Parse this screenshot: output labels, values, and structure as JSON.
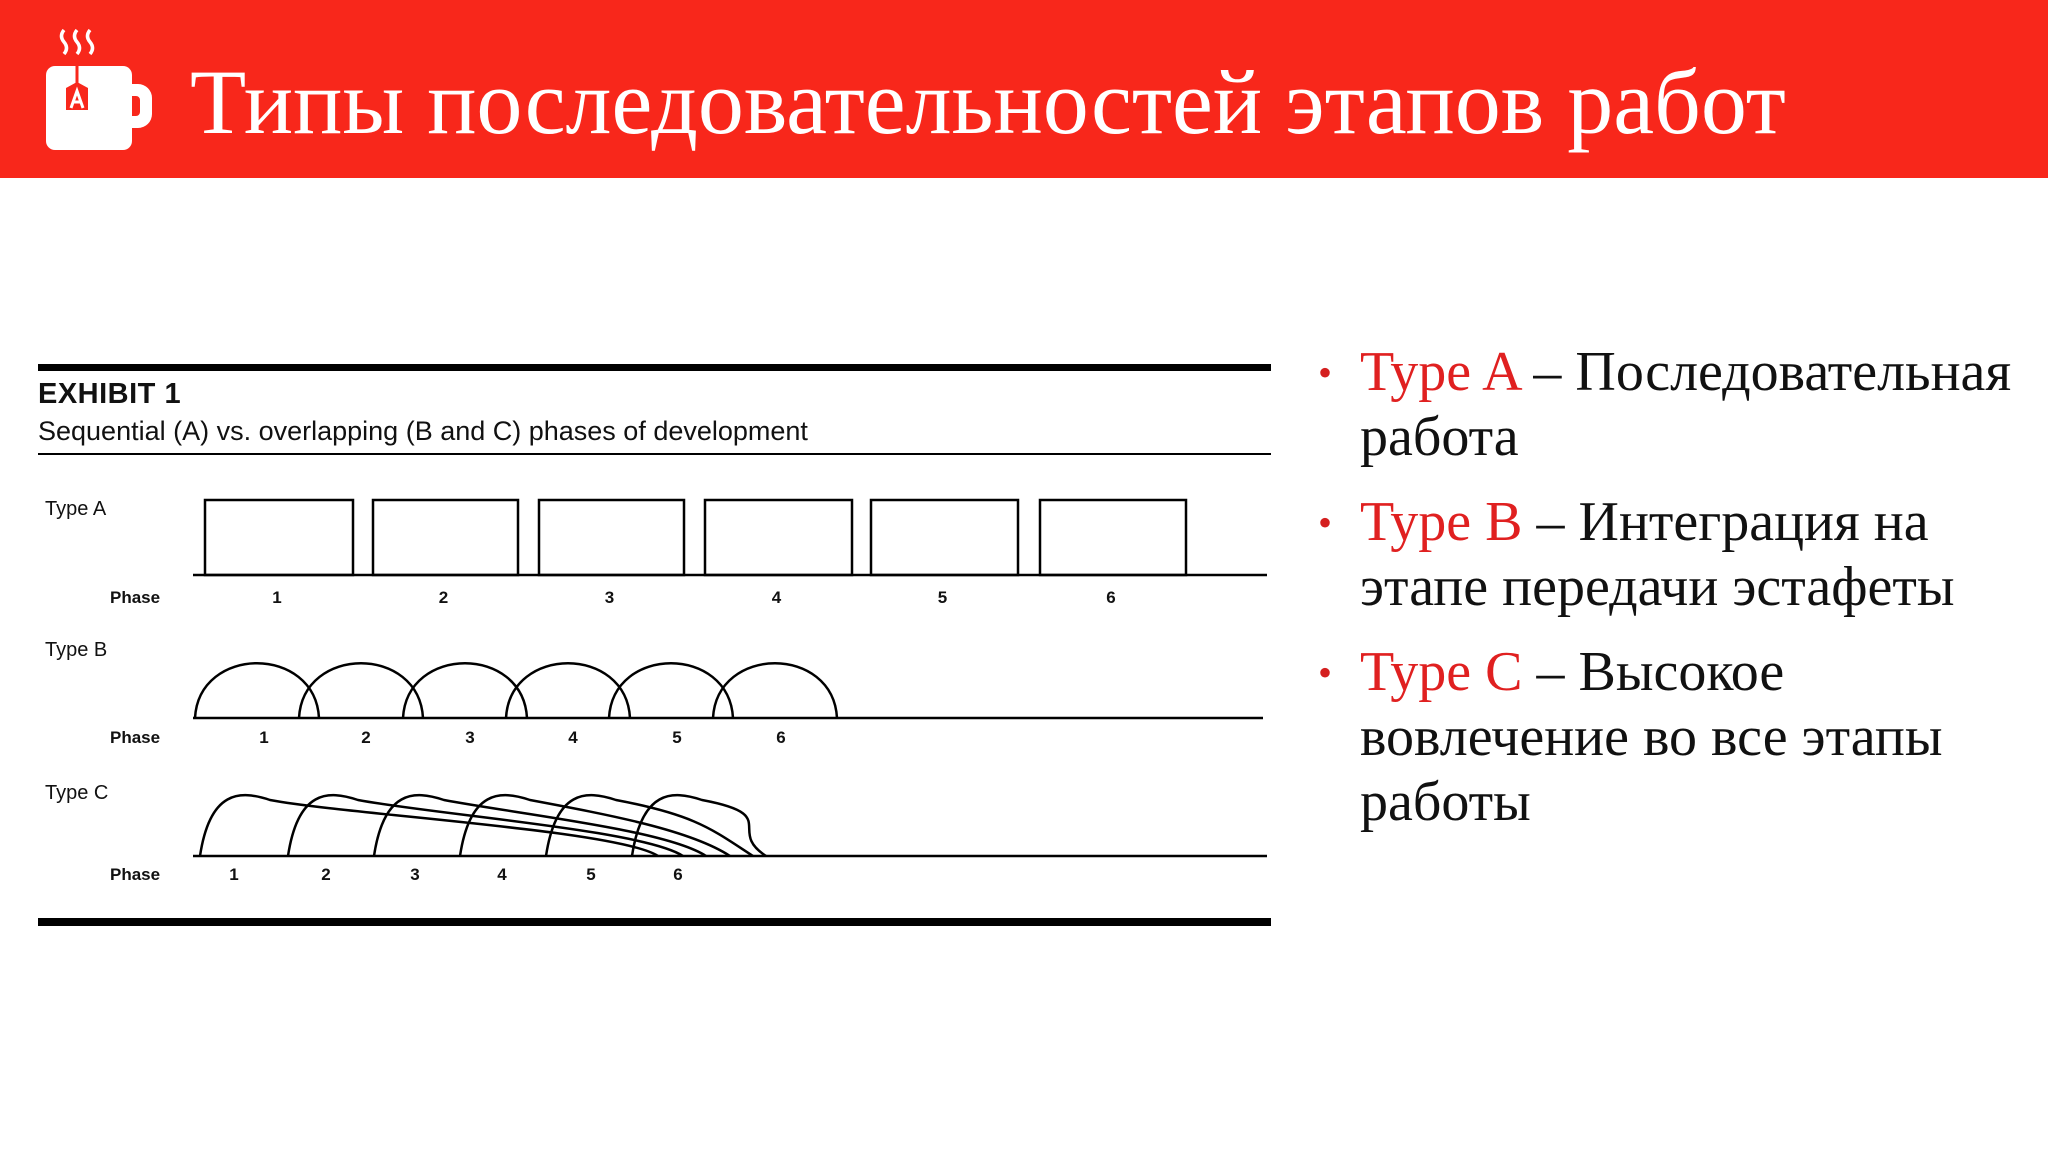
{
  "slide": {
    "title": "Типы последовательностей этапов работ"
  },
  "exhibit": {
    "title": "EXHIBIT 1",
    "subtitle": "Sequential (A) vs. overlapping (B and C) phases of development",
    "phase_label": "Phase",
    "rows": [
      {
        "label": "Type A",
        "phases": [
          "1",
          "2",
          "3",
          "4",
          "5",
          "6"
        ]
      },
      {
        "label": "Type B",
        "phases": [
          "1",
          "2",
          "3",
          "4",
          "5",
          "6"
        ]
      },
      {
        "label": "Type C",
        "phases": [
          "1",
          "2",
          "3",
          "4",
          "5",
          "6"
        ]
      }
    ]
  },
  "bullets": [
    {
      "type": "Type A",
      "text": " – Последовательная  работа"
    },
    {
      "type": "Type B",
      "text": " – Интеграция на этапе передачи эстафеты"
    },
    {
      "type": "Type C",
      "text": " – Высокое вовлечение во все этапы работы"
    }
  ],
  "colors": {
    "header": "#f8271b",
    "accent_text": "#e02020",
    "bullet": "#d41f1f"
  },
  "icons": [
    "steaming-mug-logo-icon"
  ]
}
